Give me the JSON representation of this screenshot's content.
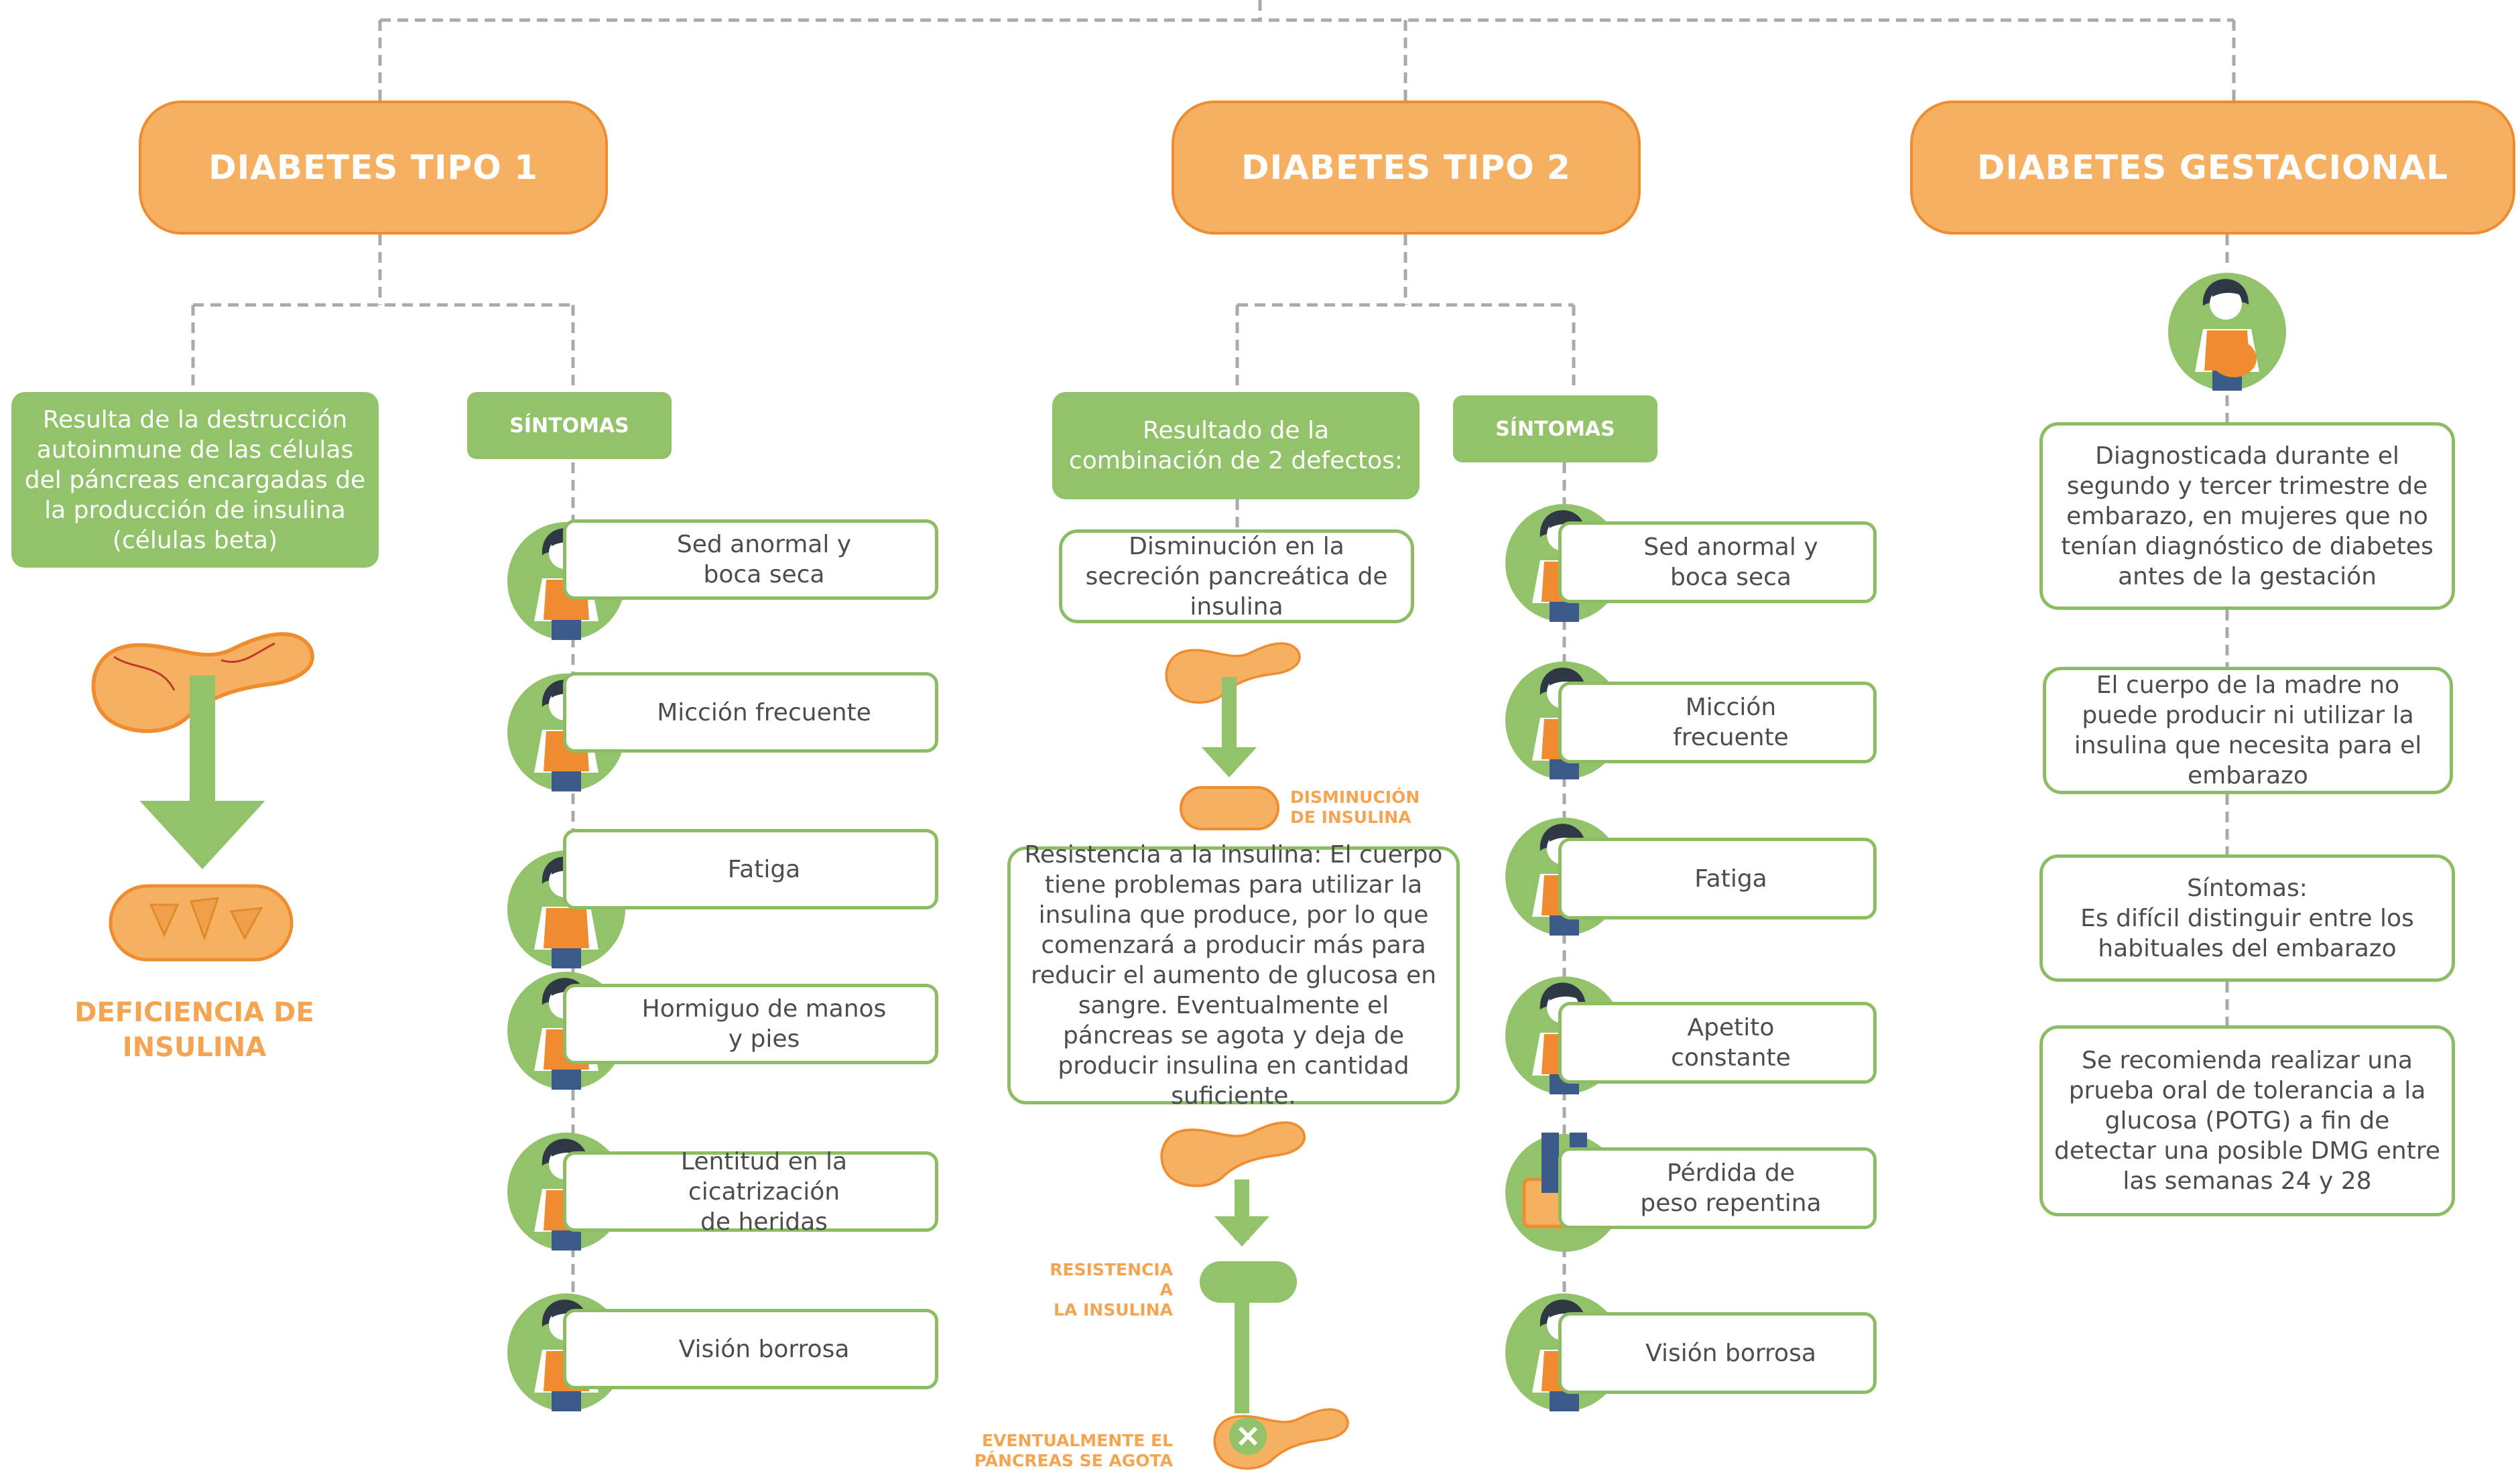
{
  "colors": {
    "orange": "#f5b062",
    "orange_dark": "#ef8c30",
    "green": "#92c26a",
    "green_border": "#8dbd62",
    "text": "#4d4d4d",
    "dash": "#aaaaaa"
  },
  "tipo1": {
    "title": "DIABETES TIPO 1",
    "description": "Resulta de la destrucción autoinmune de las células del páncreas encargadas de la producción de insulina (células beta)",
    "sintomas_label": "SÍNTOMAS",
    "result": "DEFICIENCIA DE\nINSULINA",
    "symptoms": [
      {
        "label": "Sed anormal y\nboca seca",
        "icon": "drinking-woman-icon"
      },
      {
        "label": "Micción frecuente",
        "icon": "urination-woman-icon"
      },
      {
        "label": "Fatiga",
        "icon": "tired-woman-icon"
      },
      {
        "label": "Hormiguo de manos\ny pies",
        "icon": "tingling-woman-icon"
      },
      {
        "label": "Lentitud en la cicatrización\nde heridas",
        "icon": "wounded-woman-icon"
      },
      {
        "label": "Visión borrosa",
        "icon": "blurred-vision-woman-icon"
      }
    ]
  },
  "tipo2": {
    "title": "DIABETES TIPO 2",
    "description": "Resultado de la combinación de 2 defectos:",
    "sintomas_label": "SÍNTOMAS",
    "defect1": "Disminución en la secreción pancreática de insulina",
    "disminucion_label": "DISMINUCIÓN\nDE INSULINA",
    "defect2": "Resistencia a la insulina: El cuerpo tiene problemas para utilizar la insulina que produce, por lo que comenzará a producir más para reducir el aumento de glucosa en sangre. Eventualmente el páncreas se agota y deja de producir insulina en cantidad suficiente.",
    "resistencia_label": "RESISTENCIA A\nLA INSULINA",
    "agota_label": "EVENTUALMENTE EL\nPÁNCREAS SE AGOTA",
    "symptoms": [
      {
        "label": "Sed anormal y\nboca seca",
        "icon": "drinking-woman-icon"
      },
      {
        "label": "Micción\nfrecuente",
        "icon": "urination-woman-icon"
      },
      {
        "label": "Fatiga",
        "icon": "tired-woman-icon"
      },
      {
        "label": "Apetito\nconstante",
        "icon": "hungry-woman-icon"
      },
      {
        "label": "Pérdida de\npeso repentina",
        "icon": "scale-icon"
      },
      {
        "label": "Visión borrosa",
        "icon": "blurred-vision-woman-icon"
      }
    ]
  },
  "gestacional": {
    "title": "DIABETES GESTACIONAL",
    "icon": "pregnant-woman-icon",
    "boxes": [
      "Diagnosticada durante el segundo y tercer trimestre de embarazo, en mujeres que no tenían diagnóstico de diabetes antes de la gestación",
      "El cuerpo de la madre no puede producir ni utilizar la insulina que necesita para el embarazo",
      "Síntomas:\nEs difícil distinguir entre los habituales del embarazo",
      "Se recomienda realizar una prueba oral de tolerancia a la glucosa (POTG) a fin de detectar una posible DMG entre las semanas 24 y 28"
    ]
  }
}
